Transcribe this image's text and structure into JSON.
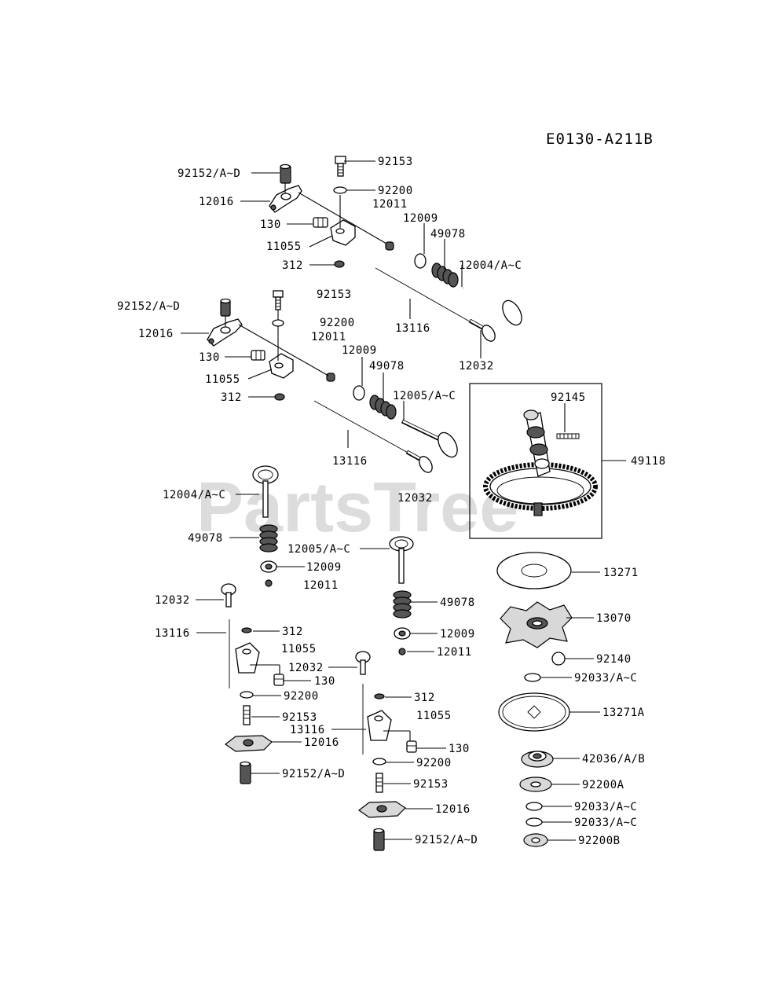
{
  "diagram": {
    "code": "E0130-A211B",
    "watermark": "PartsTree",
    "watermark_mark": "™"
  },
  "callouts": [
    {
      "id": "c1",
      "text": "92153"
    },
    {
      "id": "c2",
      "text": "92152/A~D"
    },
    {
      "id": "c3",
      "text": "92200"
    },
    {
      "id": "c4",
      "text": "12016"
    },
    {
      "id": "c5",
      "text": "12011"
    },
    {
      "id": "c6",
      "text": "12009"
    },
    {
      "id": "c7",
      "text": "130"
    },
    {
      "id": "c8",
      "text": "49078"
    },
    {
      "id": "c9",
      "text": "11055"
    },
    {
      "id": "c10",
      "text": "312"
    },
    {
      "id": "c11",
      "text": "12004/A~C"
    },
    {
      "id": "c12",
      "text": "92153"
    },
    {
      "id": "c13",
      "text": "92152/A~D"
    },
    {
      "id": "c14",
      "text": "92200"
    },
    {
      "id": "c15",
      "text": "12016"
    },
    {
      "id": "c16",
      "text": "13116"
    },
    {
      "id": "c17",
      "text": "12011"
    },
    {
      "id": "c18",
      "text": "130"
    },
    {
      "id": "c19",
      "text": "12009"
    },
    {
      "id": "c20",
      "text": "12032"
    },
    {
      "id": "c21",
      "text": "49078"
    },
    {
      "id": "c22",
      "text": "11055"
    },
    {
      "id": "c23",
      "text": "12005/A~C"
    },
    {
      "id": "c24",
      "text": "312"
    },
    {
      "id": "c25",
      "text": "92145"
    },
    {
      "id": "c26",
      "text": "49118"
    },
    {
      "id": "c27",
      "text": "13116"
    },
    {
      "id": "c28",
      "text": "12004/A~C"
    },
    {
      "id": "c29",
      "text": "12032"
    },
    {
      "id": "c30",
      "text": "49078"
    },
    {
      "id": "c31",
      "text": "12005/A~C"
    },
    {
      "id": "c32",
      "text": "13271"
    },
    {
      "id": "c33",
      "text": "12009"
    },
    {
      "id": "c34",
      "text": "12011"
    },
    {
      "id": "c35",
      "text": "12032"
    },
    {
      "id": "c36",
      "text": "49078"
    },
    {
      "id": "c37",
      "text": "13070"
    },
    {
      "id": "c38",
      "text": "13116"
    },
    {
      "id": "c39",
      "text": "312"
    },
    {
      "id": "c40",
      "text": "12009"
    },
    {
      "id": "c41",
      "text": "11055"
    },
    {
      "id": "c42",
      "text": "12011"
    },
    {
      "id": "c43",
      "text": "92140"
    },
    {
      "id": "c44",
      "text": "12032"
    },
    {
      "id": "c45",
      "text": "130"
    },
    {
      "id": "c46",
      "text": "92033/A~C"
    },
    {
      "id": "c47",
      "text": "92200"
    },
    {
      "id": "c48",
      "text": "312"
    },
    {
      "id": "c49",
      "text": "92153"
    },
    {
      "id": "c50",
      "text": "13271A"
    },
    {
      "id": "c51",
      "text": "11055"
    },
    {
      "id": "c52",
      "text": "13116"
    },
    {
      "id": "c53",
      "text": "12016"
    },
    {
      "id": "c54",
      "text": "130"
    },
    {
      "id": "c55",
      "text": "42036/A/B"
    },
    {
      "id": "c56",
      "text": "92200"
    },
    {
      "id": "c57",
      "text": "92152/A~D"
    },
    {
      "id": "c58",
      "text": "92200A"
    },
    {
      "id": "c59",
      "text": "92153"
    },
    {
      "id": "c60",
      "text": "92033/A~C"
    },
    {
      "id": "c61",
      "text": "12016"
    },
    {
      "id": "c62",
      "text": "92033/A~C"
    },
    {
      "id": "c63",
      "text": "92152/A~D"
    },
    {
      "id": "c64",
      "text": "92200B"
    }
  ]
}
